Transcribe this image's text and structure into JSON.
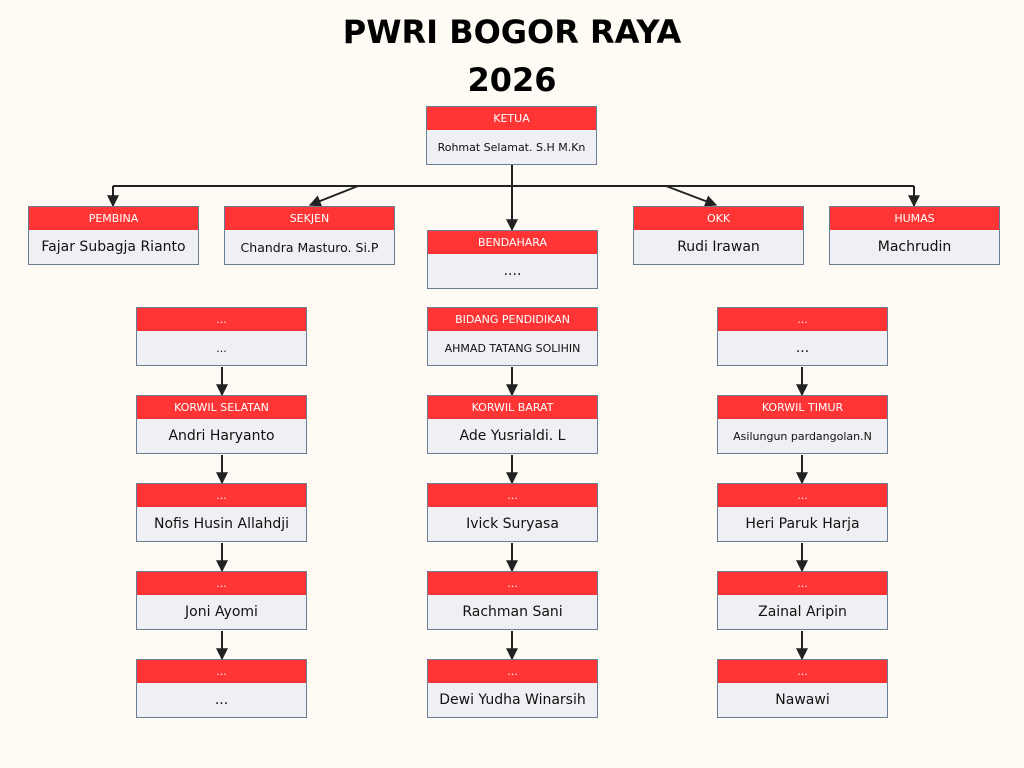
{
  "title": {
    "line1": "PWRI BOGOR RAYA",
    "line2": "2026"
  },
  "boxes": [
    {
      "id": "ketua",
      "role": "KETUA",
      "name": "Rohmat Selamat. S.H M.Kn"
    },
    {
      "id": "pembina",
      "role": "PEMBINA",
      "name": "Fajar Subagja Rianto"
    },
    {
      "id": "sekjen",
      "role": "SEKJEN",
      "name": "Chandra Masturo. Si.P"
    },
    {
      "id": "bendahara",
      "role": "BENDAHARA",
      "name": "...."
    },
    {
      "id": "okk",
      "role": "OKK",
      "name": "Rudi Irawan"
    },
    {
      "id": "humas",
      "role": "HUMAS",
      "name": "Machrudin"
    },
    {
      "id": "left-top",
      "role": "...",
      "name": "..."
    },
    {
      "id": "bidang-pendidikan",
      "role": "BIDANG PENDIDIKAN",
      "name": "AHMAD TATANG SOLIHIN"
    },
    {
      "id": "right-top",
      "role": "...",
      "name": "..."
    },
    {
      "id": "korwil-selatan",
      "role": "KORWIL SELATAN",
      "name": "Andri Haryanto"
    },
    {
      "id": "korwil-barat",
      "role": "KORWIL BARAT",
      "name": "Ade Yusrialdi. L"
    },
    {
      "id": "korwil-timur",
      "role": "KORWIL TIMUR",
      "name": "Asilungun pardangolan.N"
    },
    {
      "id": "selatan-1",
      "role": "...",
      "name": "Nofis Husin Allahdji"
    },
    {
      "id": "barat-1",
      "role": "...",
      "name": "Ivick Suryasa"
    },
    {
      "id": "timur-1",
      "role": "...",
      "name": "Heri Paruk Harja"
    },
    {
      "id": "selatan-2",
      "role": "...",
      "name": "Joni Ayomi"
    },
    {
      "id": "barat-2",
      "role": "...",
      "name": "Rachman Sani"
    },
    {
      "id": "timur-2",
      "role": "...",
      "name": "Zainal Aripin"
    },
    {
      "id": "selatan-3",
      "role": "...",
      "name": "..."
    },
    {
      "id": "barat-3",
      "role": "...",
      "name": "Dewi Yudha Winarsih"
    },
    {
      "id": "timur-3",
      "role": "...",
      "name": "Nawawi"
    }
  ],
  "colors": {
    "header": "#ff3535",
    "box": "#eef0f3",
    "border": "#6b7d93",
    "background": "#fdfbf4"
  }
}
